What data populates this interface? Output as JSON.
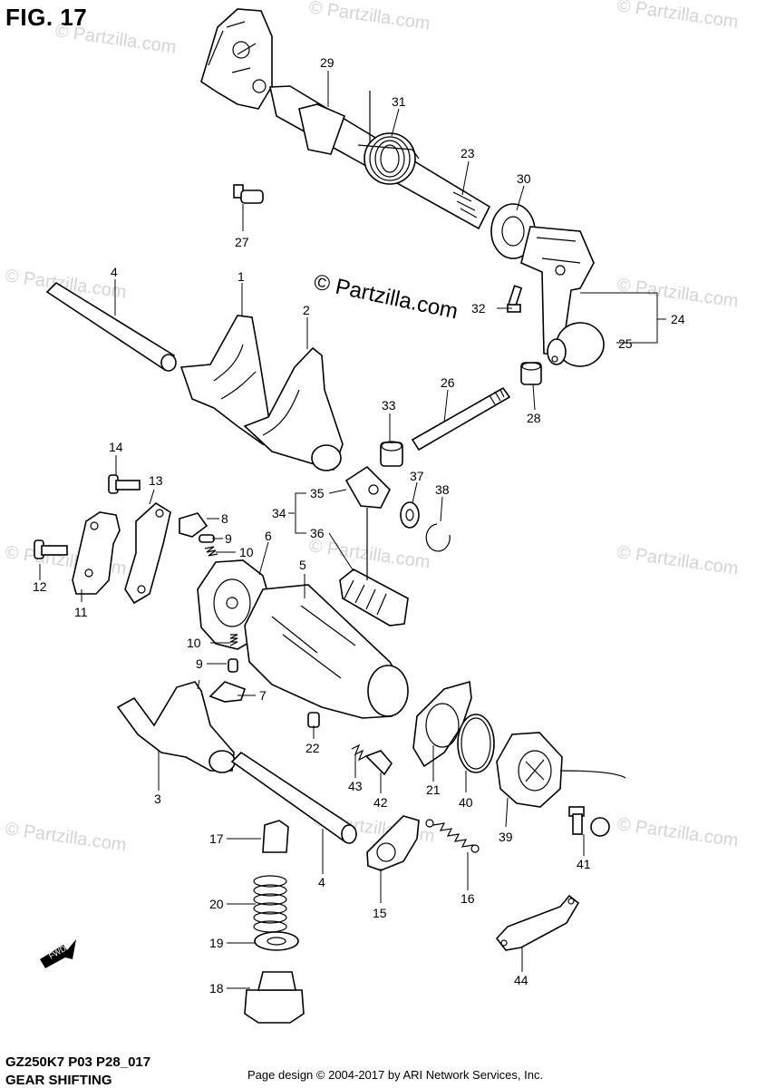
{
  "figure_title": "FIG. 17",
  "model_code": "GZ250K7 P03 P28_017",
  "section_title": "GEAR SHIFTING",
  "page_copyright": "Page design © 2004-2017 by ARI Network Services, Inc.",
  "center_watermark": "© Partzilla.com",
  "watermark_text": "© Partzilla.com",
  "fwd_label": "FWD",
  "callouts": {
    "c1": "1",
    "c2": "2",
    "c3": "3",
    "c4a": "4",
    "c4b": "4",
    "c5": "5",
    "c6": "6",
    "c7": "7",
    "c8": "8",
    "c9a": "9",
    "c9b": "9",
    "c10a": "10",
    "c10b": "10",
    "c11": "11",
    "c12": "12",
    "c13": "13",
    "c14": "14",
    "c15": "15",
    "c16": "16",
    "c17": "17",
    "c18": "18",
    "c19": "19",
    "c20": "20",
    "c21": "21",
    "c22": "22",
    "c23": "23",
    "c24": "24",
    "c25": "25",
    "c26": "26",
    "c27": "27",
    "c28": "28",
    "c29": "29",
    "c30": "30",
    "c31": "31",
    "c32": "32",
    "c33": "33",
    "c34": "34",
    "c35": "35",
    "c36": "36",
    "c37": "37",
    "c38": "38",
    "c39": "39",
    "c40": "40",
    "c41": "41",
    "c42": "42",
    "c43": "43",
    "c44": "44"
  }
}
